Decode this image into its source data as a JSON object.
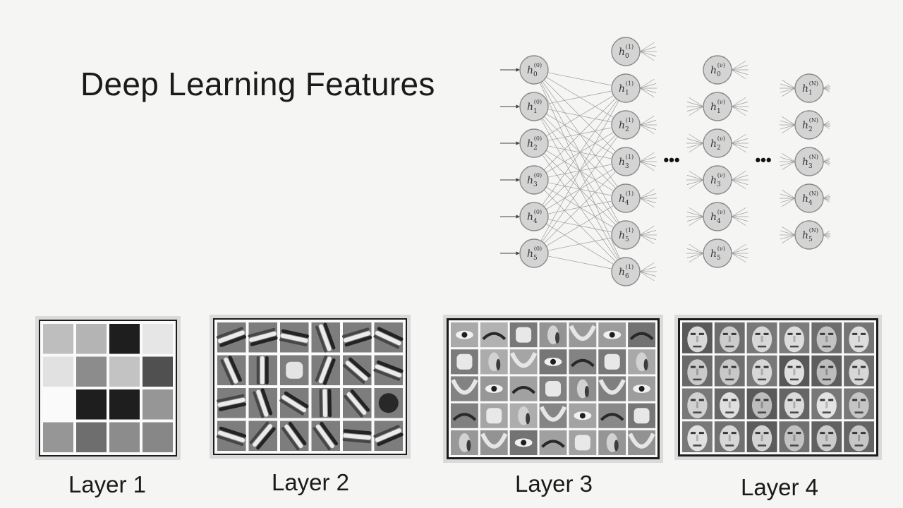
{
  "title": "Deep Learning Features",
  "network": {
    "layers": [
      {
        "labels": [
          "h0(0)",
          "h1(0)",
          "h2(0)",
          "h3(0)",
          "h4(0)",
          "h5(0)"
        ]
      },
      {
        "labels": [
          "h0(1)",
          "h1(1)",
          "h2(1)",
          "h3(1)",
          "h4(1)",
          "h5(1)",
          "h6(1)"
        ]
      },
      {
        "labels": [
          "h0(ν)",
          "h1(ν)",
          "h2(ν)",
          "h3(ν)",
          "h4(ν)",
          "h5(ν)"
        ]
      },
      {
        "labels": [
          "h1(N)",
          "h2(N)",
          "h3(N)",
          "h4(N)",
          "h5(N)"
        ]
      }
    ],
    "ellipsis": "•••",
    "node_fill": "#d4d4d4",
    "node_stroke": "#8a8a8a",
    "edge_color": "#9c9c9c"
  },
  "feature_panels": [
    {
      "caption": "Layer 1",
      "grid": [
        4,
        4
      ],
      "content": "grayscale-pixel-blocks",
      "cell_grays": [
        [
          190,
          180,
          30,
          230
        ],
        [
          225,
          140,
          195,
          80
        ],
        [
          250,
          30,
          30,
          150
        ],
        [
          150,
          110,
          140,
          135
        ]
      ]
    },
    {
      "caption": "Layer 2",
      "grid": [
        4,
        6
      ],
      "content": "oriented-edge-filters"
    },
    {
      "caption": "Layer 3",
      "grid": [
        5,
        7
      ],
      "content": "face-part-patches"
    },
    {
      "caption": "Layer 4",
      "grid": [
        4,
        6
      ],
      "content": "whole-face-templates"
    }
  ]
}
